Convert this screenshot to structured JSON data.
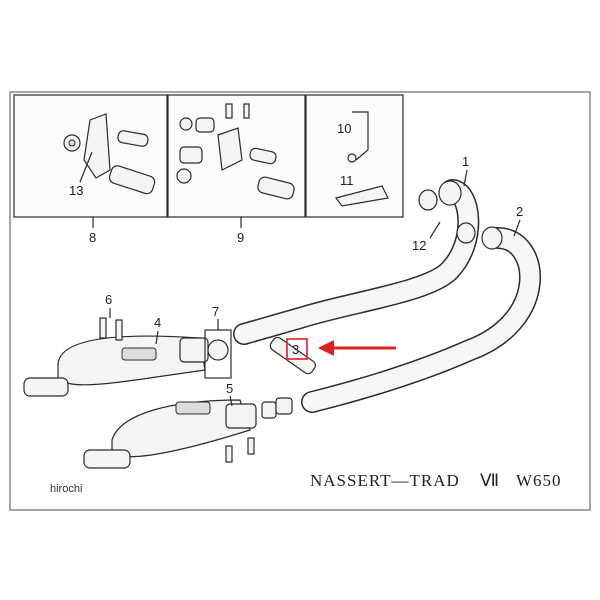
{
  "diagram": {
    "title": "NASSERT—TRAD",
    "roman": "Ⅶ",
    "model": "W650",
    "watermark": "hirochi",
    "accent_color": "#e02020",
    "callouts": {
      "c1": "1",
      "c2": "2",
      "c3": "3",
      "c4": "4",
      "c5": "5",
      "c6": "6",
      "c7": "7",
      "c8": "8",
      "c9": "9",
      "c10": "10",
      "c11": "11",
      "c12": "12",
      "c13": "13"
    }
  }
}
